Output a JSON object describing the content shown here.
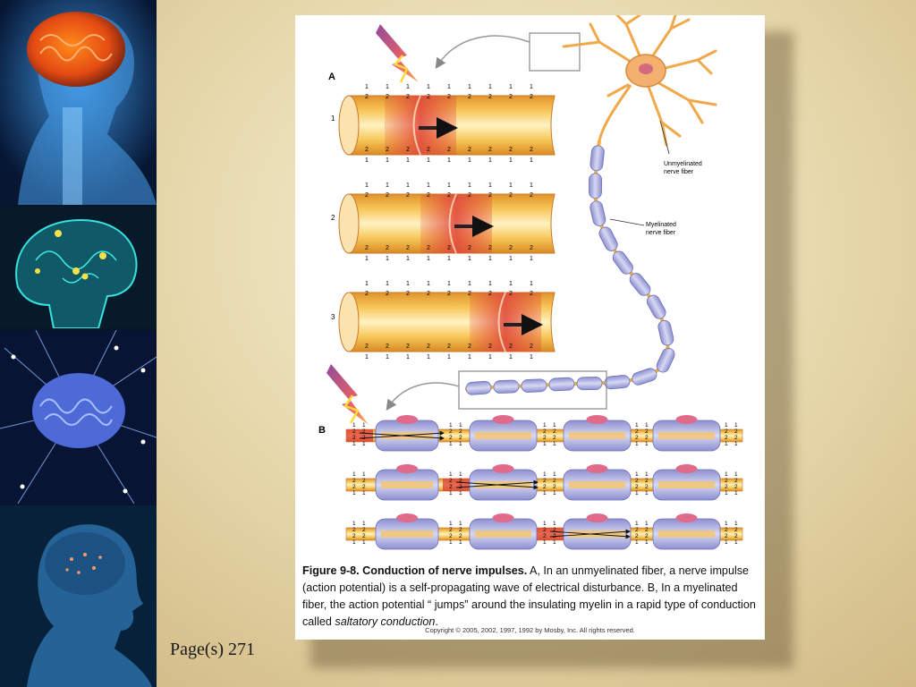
{
  "page_ref": "Page(s) 271",
  "figure": {
    "panel_a_label": "A",
    "panel_b_label": "B",
    "row_labels": [
      "1",
      "2",
      "3"
    ],
    "unmyelinated_label_l1": "Unmyelinated",
    "unmyelinated_label_l2": "nerve fiber",
    "myelinated_label_l1": "Myelinated",
    "myelinated_label_l2": "nerve fiber",
    "caption_title": "Figure 9-8. Conduction of nerve impulses.",
    "caption_part1": " A, In an unmyelinated fiber, a nerve impulse (action potential) is a self-propagating  wave of electrical disturbance. B, In a myelinated fiber, the action potential “ jumps”  around the insulating myelin in a rapid type of conduction called ",
    "caption_italic": "saltatory conduction",
    "caption_end": ".",
    "copyright": "Copyright © 2005, 2002, 1997, 1992 by Mosby, Inc. All rights reserved."
  },
  "sidebar_images": [
    "brain-head-image",
    "brain-sagittal-image",
    "brain-network-image",
    "brain-profile-image"
  ],
  "colors": {
    "axon_orange": "#f2b233",
    "depolarized_red": "#e0443c",
    "myelin_purple": "#a6a8d8",
    "slide_background": "#e7d9ad"
  }
}
